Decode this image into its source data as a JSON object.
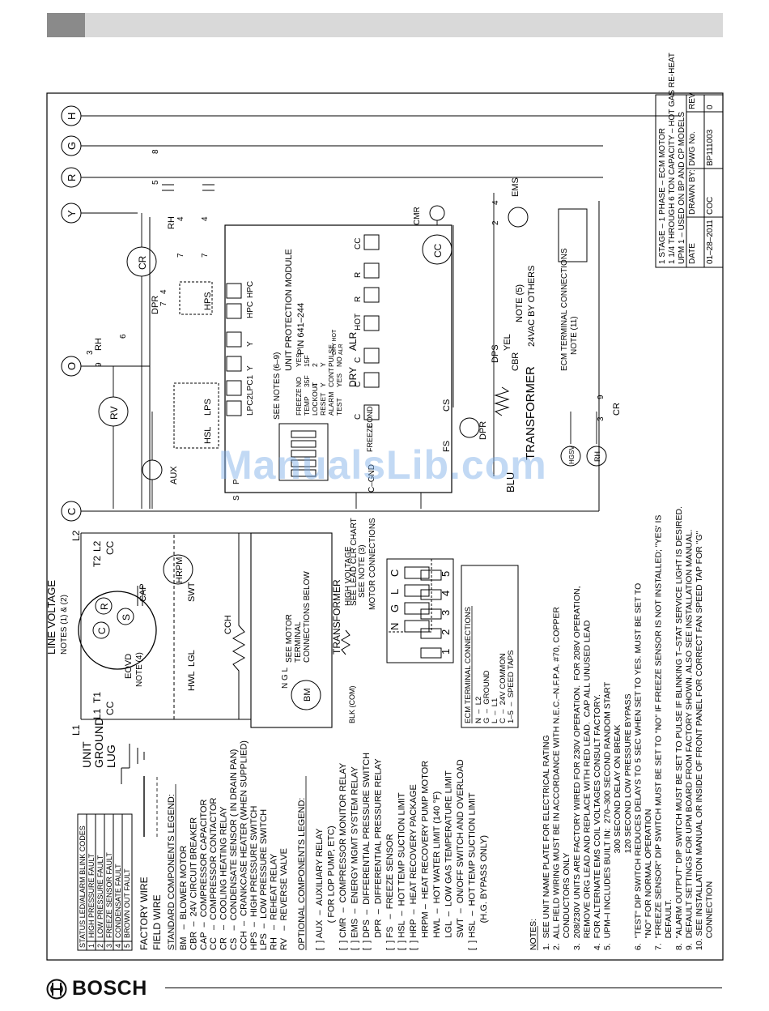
{
  "header": {
    "accent": "#8a8a8a",
    "bar": "#d9d9d9"
  },
  "footer": {
    "brand": "BOSCH",
    "logo_icon": "bosch-armature-icon"
  },
  "watermark": "ManualsLib.com",
  "title_block": {
    "line1": "1 STAGE  –  1 PHASE  –  ECM MOTOR",
    "line2": "1 1/4 THROUGH 6 TON CAPACITY – HOT GAS RE-HEAT",
    "line3": "UPM 1 – USED ON BP AND CP MODELS",
    "dwg_label": "DWG No.",
    "dwg_value": "BP111003",
    "drawn_label": "DRAWN BY:",
    "drawn_value": "COC",
    "date_label": "DATE",
    "date_value": "01–28–2011",
    "rev_label": "REV",
    "rev_value": "0"
  },
  "terminals": {
    "h": "H",
    "g": "G",
    "r": "R",
    "y": "Y",
    "o": "O",
    "c": "C"
  },
  "blink_codes": {
    "header": "STATUS LED/ALARM BLINK CODES",
    "rows": [
      {
        "n": "1",
        "t": "HIGH PRESSURE FAULT"
      },
      {
        "n": "2",
        "t": "LOW PRESSURE FAULT"
      },
      {
        "n": "3",
        "t": "FREEZE SENSOR FAULT"
      },
      {
        "n": "4",
        "t": "CONDENSATE FAULT"
      },
      {
        "n": "5",
        "t": "BROWN OUT FAULT"
      }
    ]
  },
  "wire_legend": {
    "factory": "FACTORY WIRE",
    "field": "FIELD WIRE"
  },
  "standard_legend": {
    "title": "STANDARD COMPONENTS LEGEND:",
    "items": [
      "BM   –  BLOWER MOTOR",
      "CBR  –  24V CIRCUIT BREAKER",
      "CAP  –  COMPRESSOR CAPACITOR",
      "CC   –  COMPRESSOR CONTACTOR",
      "CR   –  COOLING HEATING RELAY",
      "CS   –  CONDENSATE SENSOR ( IN DRAIN PAN)",
      "CCH  –  CRANKCASE HEATER (WHEN SUPPLIED)",
      "HPS  –  HIGH PRESSURE SWITCH",
      "LPS  –  LOW PRESSURE SWITCH",
      "RH   –  REHEAT RELAY",
      "RV   –  REVERSE VALVE"
    ]
  },
  "optional_legend": {
    "title": "OPTIONAL COMPONENTS LEGEND:",
    "items": [
      "[  ] AUX  –  AUXILIARY RELAY",
      "           ( FOR LOP PUMP, ETC)",
      "[  ] CMR  –  COMPRESSOR MONITOR RELAY",
      "[  ] EMS  –  ENERGY MGMT SYSTEM RELAY",
      "[  ] DPS  –  DIFFERENTIAL PRESSURE SWITCH",
      "     DPR  –  DIFFERENTIAL PRESSURE RELAY",
      "[  ] FS   –  FREEZE SENSOR",
      "[  ] HSL  –  HOT TEMP SUCTION LIMIT",
      "[  ] HRP  –  HEAT RECOVERY PACKAGE",
      "     HRPM –  HEAT RECOVERY PUMP MOTOR",
      "     HWL  –  HOT WATER LIMIT (140 °F)",
      "     LGL  –  LOW GAS TEMPERATURE LIMIT",
      "     SWT  –  ON/OFF SWITCH AND OVERLOAD",
      "[  ] HSL  –  HOT TEMP SUCTION LIMIT",
      "           (H.G. BYPASS ONLY)"
    ]
  },
  "notes": {
    "title": "NOTES:",
    "lines": [
      "1.  SEE UNIT NAME PLATE FOR ELECTRICAL RATING",
      "2.  ALL FIELD WIRING MUST BE IN ACCORDANCE WITH N.E.C.–N.F.P.A. #70, COPPER",
      "     CONDUCTORS ONLY",
      "3.  208/230V UNITS ARE FACTORY WIRED FOR 230V OPERATION.  FOR 208V OPERATION,",
      "     REMOVE ORG LEAD AND REPLACE WITH RED LEAD.  CAP ALL UNUSED LEAD",
      "4.  FOR ALTERNATE EMS COIL VOLTAGES CONSULT FACTORY.",
      "5.  UPM–I INCLUDES BUILT IN:  270–300 SECOND RANDOM START",
      "                                         300 SECOND DELAY ON BREAK",
      "                                         120 SECOND LOW PRESSURE BYPASS",
      "6.  \"TEST\" DIP SWITCH REDUCES DELAYS TO 5 SEC WHEN SET TO YES. MUST BE SET TO",
      "     \"NO\" FOR NORMAL OPERATION",
      "7.  \"FREEZE SENSOR\" DIP SWITCH MUST BE SET TO \"NO\" IF FREEZE SENSOR IS NOT INSTALLED; \"YES' IS",
      "     DEFAULT.",
      "8.  \"ALARM OUTPUT\" DIP SWITCH MUST BE SET TO PULSE IF BLINKING T–STAT SERVICE LIGHT IS DESIRED.",
      "9.  DEFAULT SETTINGS FOR UPM BOARD FROM FACTORY SHOWN. ALSO SEE INSTALLATION MANUAL.",
      "10. SEE INSTALLATION MANUAL OR INSIDE OF FRONT PANEL FOR CORRECT FAN SPEED TAP FOR \"G\"",
      "     CONNECTION"
    ]
  },
  "ecm_terminal_table": {
    "title": "ECM TERMINAL CONNECTIONS",
    "items": [
      "N  –  L2",
      "G  –  GROUND",
      "L  –  L1",
      "C  –  24V COMMON",
      "1–5  –  SPEED TAPS"
    ]
  },
  "motor": {
    "title": "HIGH VOLTAGE",
    "title2": "MOTOR CONNECTIONS",
    "letters": [
      "N",
      "G",
      "L",
      "C"
    ],
    "numbers": [
      "1",
      "2",
      "3",
      "4",
      "5"
    ],
    "lead_note1": "SEE LEAD CLR CHART",
    "lead_note2": "SEE NOTE (3)",
    "see_motor1": "SEE MOTOR",
    "see_motor2": "TERMINAL",
    "see_motor3": "CONNECTIONS BELOW",
    "bm": "BM",
    "transformer": "TRANSFORMER",
    "blk": "BLK (COM)",
    "ngl": "N G L",
    "cch": "CCH"
  },
  "line_voltage": {
    "title": "LINE VOLTAGE",
    "notes": "NOTES (1) & (2)",
    "l1": "L1",
    "l2": "L2",
    "unit_ground": "UNIT",
    "unit_ground2": "GROUND",
    "unit_ground3": "LUG",
    "t1": "T1",
    "t2": "T2",
    "cc_left": "CC",
    "cc_right": "CC",
    "eovd": "EOVD",
    "note4": "NOTE (4)",
    "c": "C",
    "r": "R",
    "s": "S",
    "cap": "CAP",
    "hrpm": "HRPM",
    "swt": "SWT",
    "lgl": "LGL",
    "hwl": "HWL"
  },
  "upm": {
    "title": "UNIT PROTECTION MODULE",
    "part": "P\\N 641–244",
    "see_notes": "SEE NOTES (6–9)",
    "dip_rows": [
      {
        "k": "FREEZE",
        "a": "NO",
        "b": "YES"
      },
      {
        "k": "TEMP",
        "a": "35F",
        "b": "15F"
      },
      {
        "k": "LOCKOUT",
        "a": "4",
        "b": "2"
      },
      {
        "k": "RESET",
        "a": "Y",
        "b": "Y"
      },
      {
        "k": "ALARM",
        "a": "CONT",
        "b": "PULSE"
      },
      {
        "k": "TEST",
        "a": "YES",
        "b": "NO"
      }
    ],
    "terms_left": [
      "HPC",
      "HPC",
      "Y",
      "Y",
      "LPC1",
      "LPC2"
    ],
    "terms_right": [
      "CC",
      "R",
      "R",
      "HOT",
      "C",
      "C",
      "C"
    ],
    "dry": "DRY",
    "alr": "ALR",
    "dry_small": "DRY HOT",
    "alr_small": "ALR",
    "cond": "COND",
    "freeze": "FREEZE",
    "cgnd": "C–GND",
    "pwr": "P",
    "s": "S"
  },
  "components": {
    "cr": "CR",
    "rh": "RH",
    "rh2": "RH",
    "hps": "HPS",
    "hsl": "HSL",
    "lps": "LPS",
    "rv": "RV",
    "aux": "AUX",
    "dpr": "DPR",
    "dpr2": "DPR",
    "dps": "DPS",
    "cmr": "CMR",
    "cc": "CC",
    "cs": "CS",
    "fs": "FS",
    "ems": "EMS",
    "cbr": "CBR",
    "yel": "YEL",
    "note5": "NOTE (5)",
    "by_others": "24VAC BY OTHERS",
    "transformer": "TRANSFORMER",
    "blu": "BLU",
    "ecm_conn": "ECM TERMINAL CONNECTIONS",
    "note11": "NOTE (11)",
    "hgsv": "HGSV",
    "rh3": "RH",
    "cr2": "CR"
  },
  "pins": {
    "n8": "8",
    "n5": "5",
    "n4a": "4",
    "n4b": "4",
    "n7a": "7",
    "n7b": "7",
    "n4c": "4",
    "n7c": "7",
    "n3": "3",
    "n9": "9",
    "n6": "6",
    "n2": "2",
    "n4d": "4",
    "n3b": "3",
    "n9b": "9"
  }
}
